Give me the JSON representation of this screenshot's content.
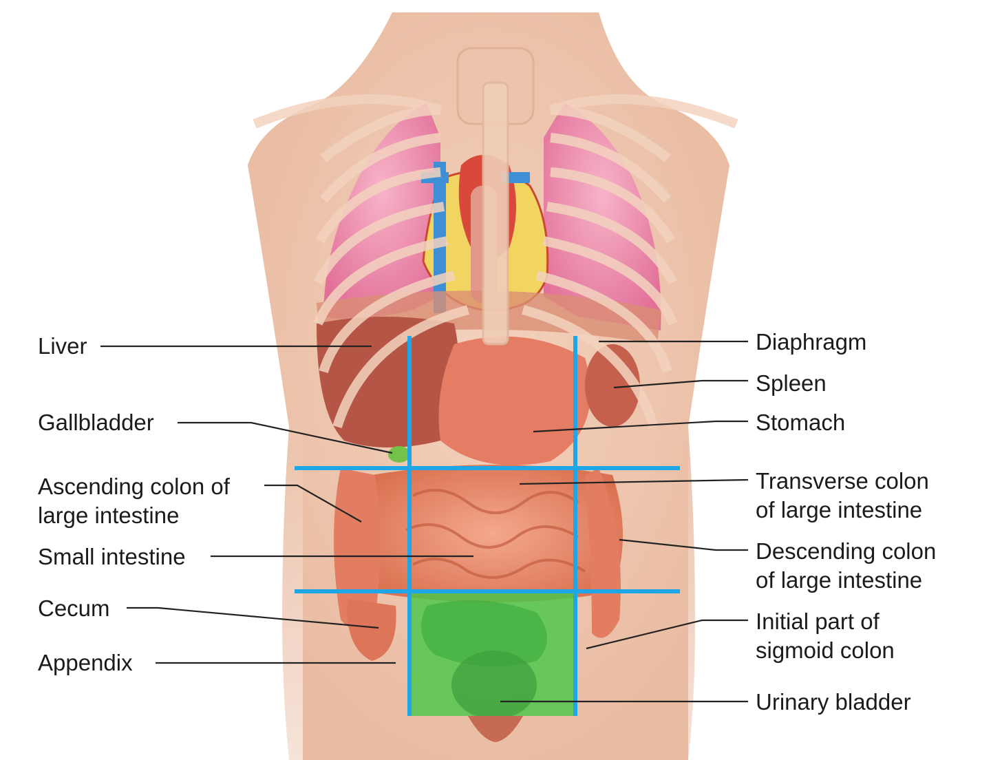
{
  "labels": {
    "liver": "Liver",
    "gallbladder": "Gallbladder",
    "ascending_colon_1": "Ascending colon of",
    "ascending_colon_2": "large intestine",
    "small_intestine": "Small intestine",
    "cecum": "Cecum",
    "appendix": "Appendix",
    "diaphragm": "Diaphragm",
    "spleen": "Spleen",
    "stomach": "Stomach",
    "transverse_colon_1": "Transverse colon",
    "transverse_colon_2": "of large intestine",
    "descending_colon_1": "Descending colon",
    "descending_colon_2": "of large intestine",
    "sigmoid_1": "Initial part of",
    "sigmoid_2": "sigmoid colon",
    "urinary_bladder": "Urinary bladder"
  },
  "colors": {
    "skin": "#f1cbb4",
    "lung": "#ee8fb0",
    "rib": "#f3d3bf",
    "intestine": "#e9876a",
    "liver": "#b45545",
    "stomach": "#e57d65",
    "heart": "#d9463a",
    "vein": "#3f8fd6",
    "fat": "#f4dc6a",
    "grid_line": "#1ea6e6",
    "highlight": "#46c846",
    "bladder": "#c66a52"
  }
}
